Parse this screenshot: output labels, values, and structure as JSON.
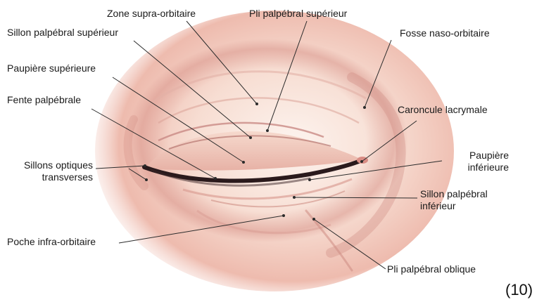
{
  "figure": {
    "number": "(10)",
    "labels": {
      "zone_supra_orbitaire": "Zone supra-orbitaire",
      "pli_palpebral_superieur": "Pli palpébral supérieur",
      "sillon_palpebral_superieur": "Sillon palpébral supérieur",
      "fosse_naso_orbitaire": "Fosse naso-orbitaire",
      "paupiere_superieure": "Paupière supérieure",
      "fente_palpebrale": "Fente palpébrale",
      "caroncule_lacrymale": "Caroncule lacrymale",
      "paupiere_inferieure": "Paupière\ninférieure",
      "sillons_optiques_transverses": "Sillons optiques\ntransverses",
      "sillon_palpebral_inferieur": "Sillon palpébral\ninférieur",
      "poche_infra_orbitaire": "Poche infra-orbitaire",
      "pli_palpebral_oblique": "Pli palpébral oblique"
    }
  },
  "colors": {
    "skin_light": "#fbeee8",
    "skin_mid": "#f0c6b8",
    "skin_shadow": "#d99a90",
    "fold_line": "#c98a84",
    "lashes": "#2a1a1c",
    "leader_line": "#2b2b2b"
  }
}
